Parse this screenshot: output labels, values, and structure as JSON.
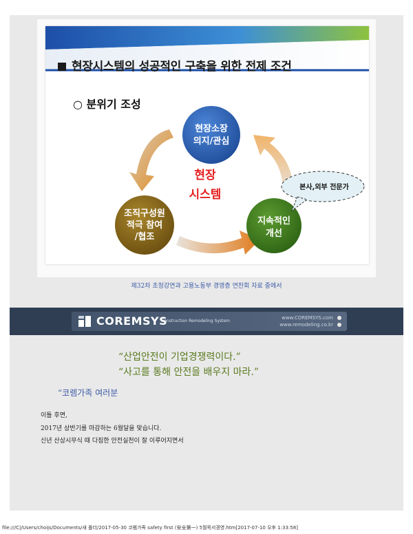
{
  "slide": {
    "title": "현장시스템의 성공적인 구축을 위한 전제 조건",
    "subhead": "○ 분위기 조성",
    "center_line1": "현장",
    "center_line2": "시스템",
    "circle_top": [
      "현장소장",
      "의지/관심"
    ],
    "circle_left": [
      "조직구성원",
      "적극 참여",
      "/협조"
    ],
    "circle_right": [
      "지속적인",
      "개선"
    ],
    "bubble": "본사,외부 전문가",
    "colors": {
      "top_circle": "#2f63b5",
      "left_circle": "#8a6a1c",
      "right_circle": "#3f7a1f",
      "center_text": "#e52020"
    }
  },
  "caption": "제32차 초청강연과 고용노동부 경영층 연찬회 자료 중에서",
  "coremsys": {
    "name": "COREMSYS",
    "tagline": "Construction Remodeling System",
    "url1": "www.COREMSYS.com",
    "url2": "www.remodeling.co.kr"
  },
  "quotes": {
    "line1": "“산업안전이 기업경쟁력이다.”",
    "line2": "“사고를 통해 안전을 배우지 마라.”"
  },
  "greeting": "“코렘가족 여러분",
  "body": {
    "line1": "이틀 후면,",
    "line2": "2017년 상반기를 마감하는 6월달을 맞습니다.",
    "line3": "신년 산상시무식 때 다짐한 안전실천이 잘 이루어지면서"
  },
  "footer": "file:///C|/Users/choijs/Documents/새 폴더/2017-05-30 코렘가족 safety first (安全第一) 5월목서경영.htm[2017-07-10 오후 1:33:58]"
}
